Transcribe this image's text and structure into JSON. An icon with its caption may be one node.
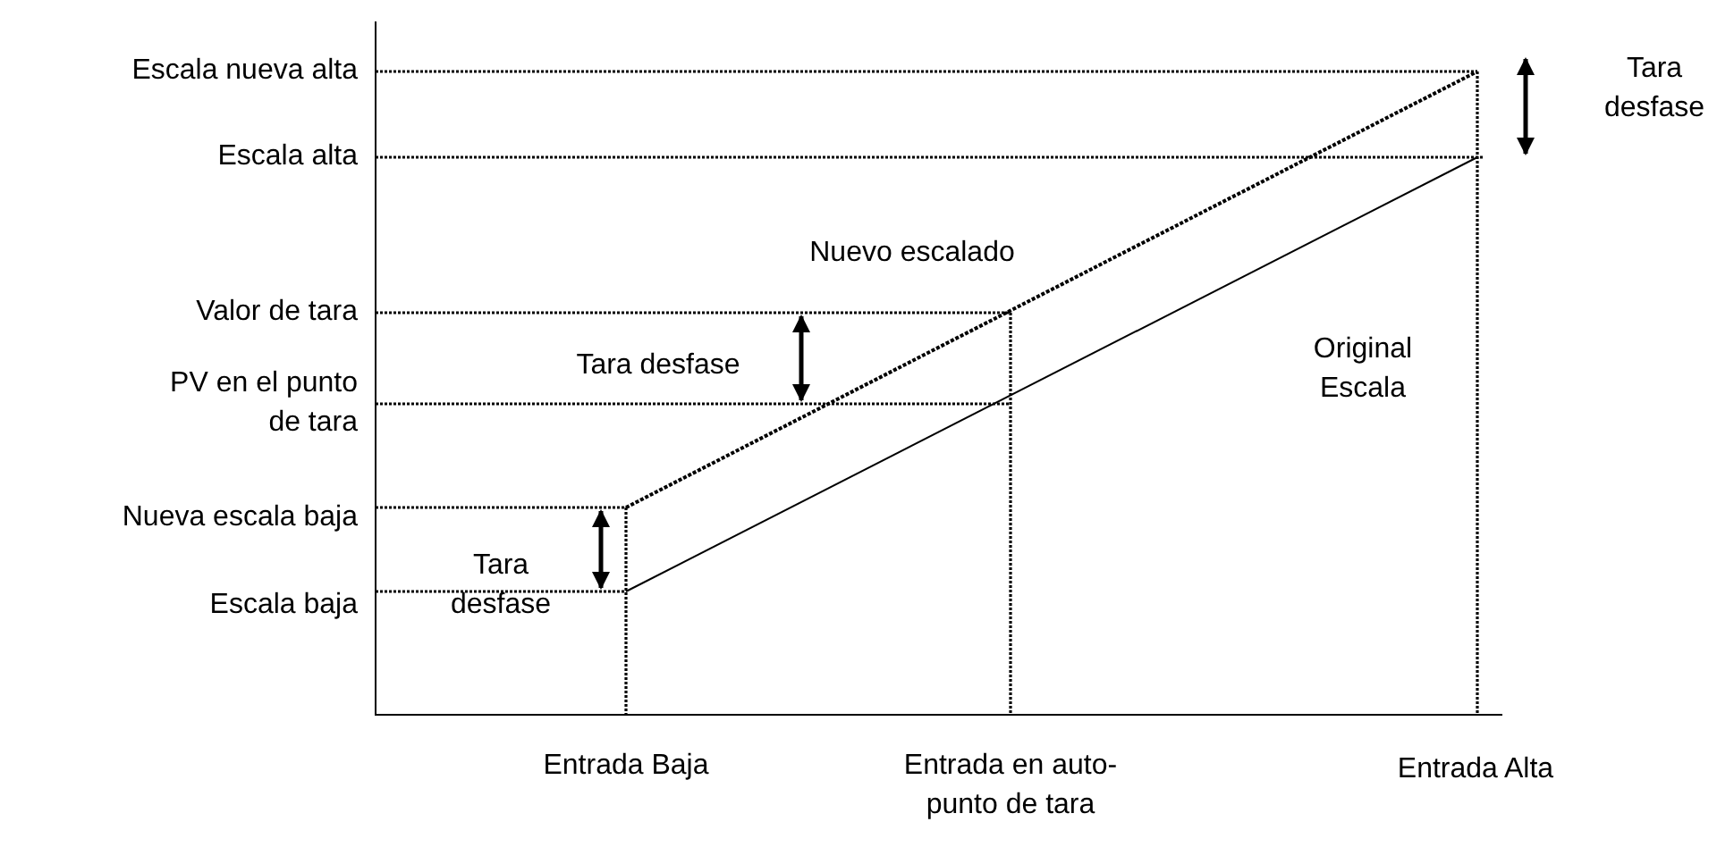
{
  "diagram": {
    "labels": [
      "Escala nueva alta",
      "Tara desfase",
      "Escala alta",
      "Nuevo escalado",
      "Valor de tara",
      "Tara desfase",
      "Original Escala",
      "PV en el punto de tara",
      "Nueva escala baja",
      "Tara desfase",
      "Escala baja",
      "Entrada Baja",
      "Entrada en auto- punto de tara",
      "Entrada Alta"
    ]
  }
}
